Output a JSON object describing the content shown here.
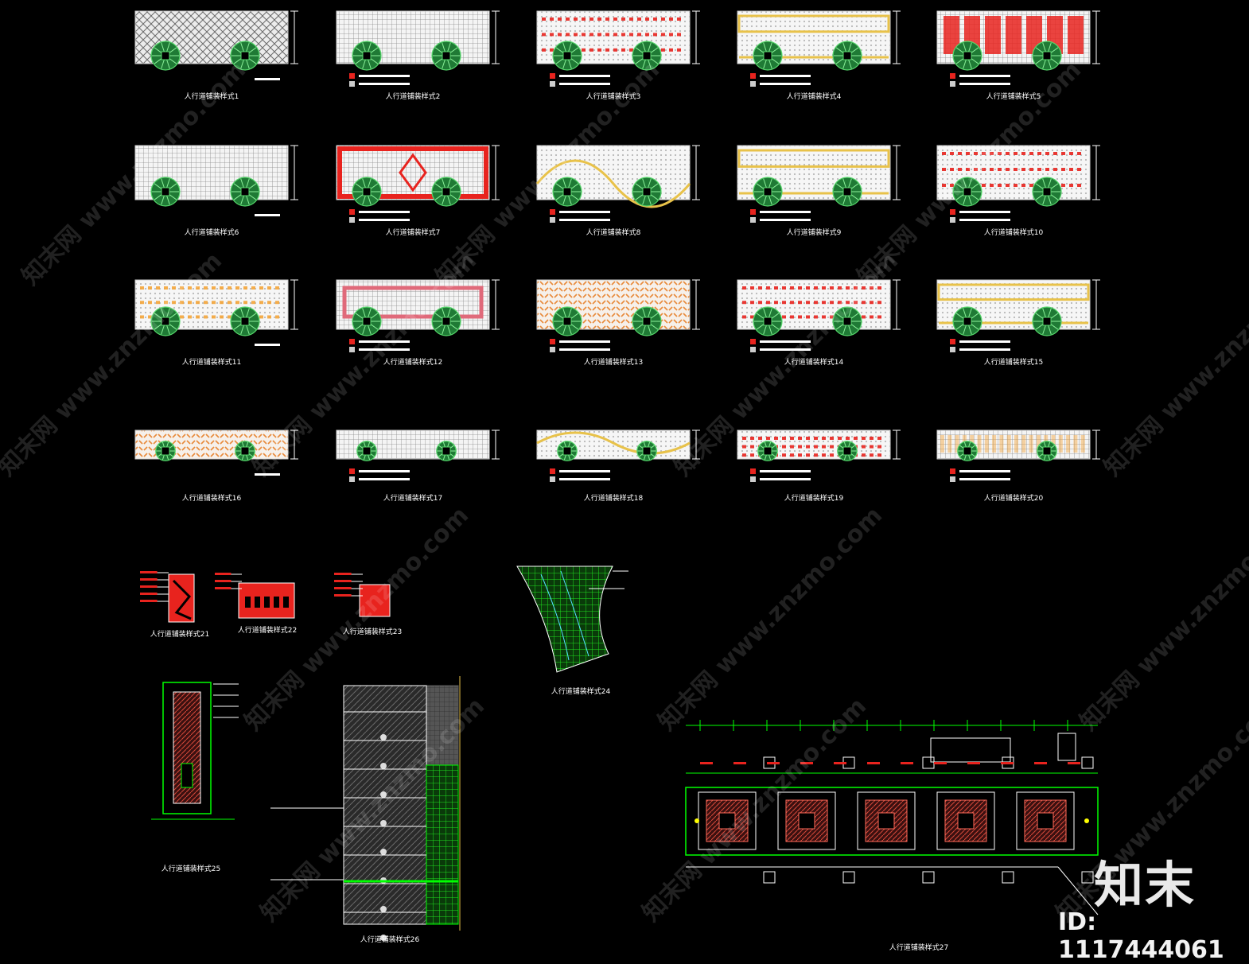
{
  "panel_labels": [
    "人行道铺装样式1",
    "人行道铺装样式2",
    "人行道铺装样式3",
    "人行道铺装样式4",
    "人行道铺装样式5",
    "人行道铺装样式6",
    "人行道铺装样式7",
    "人行道铺装样式8",
    "人行道铺装样式9",
    "人行道铺装样式10",
    "人行道铺装样式11",
    "人行道铺装样式12",
    "人行道铺装样式13",
    "人行道铺装样式14",
    "人行道铺装样式15",
    "人行道铺装样式16",
    "人行道铺装样式17",
    "人行道铺装样式18",
    "人行道铺装样式19",
    "人行道铺装样式20"
  ],
  "detail_labels": {
    "d21": "人行道铺装样式21",
    "d22": "人行道铺装样式22",
    "d23": "人行道铺装样式23",
    "d24": "人行道铺装样式24",
    "d25": "人行道铺装样式25",
    "d26": "人行道铺装样式26",
    "d27": "人行道铺装样式27"
  },
  "watermark": {
    "text": "知末网 www.znzmo.com",
    "brand": "知末",
    "id_label": "ID: 1117444061"
  },
  "colors": {
    "background": "#000000",
    "paving_light": "#f0f0f0",
    "accent_red": "#e8231e",
    "accent_yellow": "#e8c24a",
    "accent_orange": "#f4a53a",
    "tree_green": "#2ea84a",
    "cad_green": "#00ff00"
  },
  "panel_patterns": [
    "diagonal",
    "grid",
    "dots",
    "yellow-band",
    "red-block",
    "grid",
    "red-diamond",
    "yellow-arc",
    "yellow-band",
    "red-dots",
    "orange-dots",
    "red-frame",
    "orange-herringbone",
    "red-dots",
    "yellow-squares",
    "orange-herringbone",
    "grid",
    "yellow-arc",
    "mixed-dots",
    "orange-mixed"
  ]
}
